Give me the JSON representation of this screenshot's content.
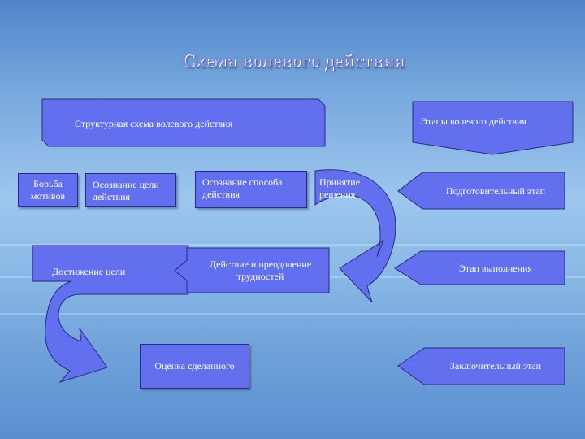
{
  "title": "Схема волевого действия",
  "structural_header": "Структурная схема волевого действия",
  "stages_header": "Этапы волевого действия",
  "structure": {
    "struggle": "Борьба мотивов",
    "goal_awareness": "Осознание цели действия",
    "method_awareness": "Осознание  способа действия",
    "decision": "Принятие решения",
    "action": "Действие и преодоление трудностей",
    "goal_achievement": "Достижение цели",
    "evaluation": "Оценка сделанного"
  },
  "stages": {
    "preparatory": "Подготовительный этап",
    "execution": "Этап выполнения",
    "final": "Заключительный этап"
  },
  "colors": {
    "box_fill": "#6270f0",
    "box_border": "#2a2a80",
    "title": "#7a8fd8"
  }
}
